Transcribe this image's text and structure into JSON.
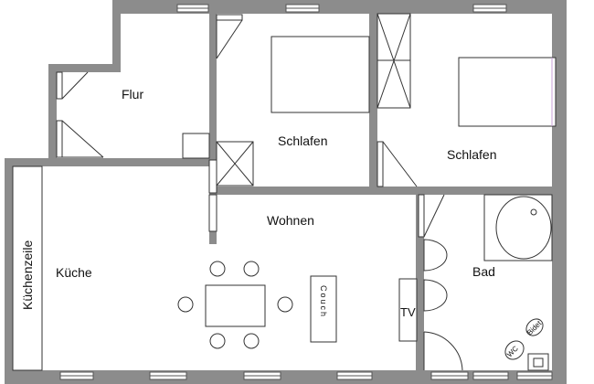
{
  "rooms": {
    "flur": "Flur",
    "schlafen_1": "Schlafen",
    "schlafen_2": "Schlafen",
    "wohnen": "Wohnen",
    "kueche": "Küche",
    "kuechenzeile": "Küchenzeile",
    "bad": "Bad"
  },
  "furniture": {
    "couch": "Couch",
    "tv": "TV",
    "bidet": "Bidet",
    "wc": "WC"
  },
  "colors": {
    "wall": "#8c8c8c",
    "line": "#333333",
    "accent_line": "#c8a0d8"
  }
}
